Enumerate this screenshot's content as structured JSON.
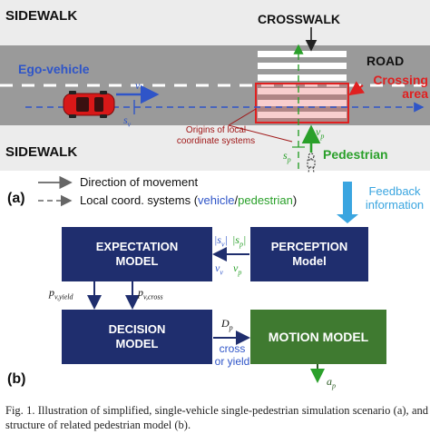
{
  "scene": {
    "sidewalk_top": "SIDEWALK",
    "sidewalk_bottom": "SIDEWALK",
    "crosswalk": "CROSSWALK",
    "road": "ROAD",
    "ego_vehicle": "Ego-vehicle",
    "vv": "v",
    "vv_sub": "v",
    "sv": "s",
    "sv_sub": "v",
    "crossing_area": "Crossing area",
    "origins_note": "Origins of local coordinate systems",
    "vp": "v",
    "vp_sub": "p",
    "sp": "s",
    "sp_sub": "p",
    "pedestrian": "Pedestrian"
  },
  "legend": {
    "movement": "Direction of movement",
    "coord_prefix": "Local coord. systems (",
    "coord_vehicle": "vehicle",
    "coord_sep": "/",
    "coord_pedestrian": "pedestrian",
    "coord_suffix": ")"
  },
  "panel_a": "(a)",
  "panel_b": "(b)",
  "feedback": "Feedback information",
  "boxes": {
    "expectation_line1": "EXPECTATION",
    "expectation_line2": "MODEL",
    "perception_line1": "PERCEPTION",
    "perception_line2": "Model",
    "decision_line1": "DECISION",
    "decision_line2": "MODEL",
    "motion": "MOTION MODEL"
  },
  "signals": {
    "sv_abs": "|s",
    "sv_abs_sub": "v",
    "sp_abs": "|s",
    "sp_abs_sub": "p",
    "vv": "v",
    "vv_sub": "v",
    "vp": "v",
    "vp_sub": "p",
    "p_yield": "p",
    "p_yield_sub": "v,yield",
    "p_cross": "p",
    "p_cross_sub": "v,cross",
    "dp": "D",
    "dp_sub": "p",
    "cross_or_yield_1": "cross",
    "cross_or_yield_2": "or yield",
    "ap": "a",
    "ap_sub": "p"
  },
  "caption": "Fig. 1. Illustration of simplified, single-vehicle single-pedestrian simulation scenario (a), and structure of related pedestrian model (b).",
  "colors": {
    "navy": "#1f2e6e",
    "green_box": "#3f7a30",
    "red": "#e02020",
    "blue": "#2f55c8",
    "green": "#2aa02a",
    "sky": "#3aa5e0",
    "road": "#9a9a9a",
    "sidewalk": "#ececec"
  }
}
